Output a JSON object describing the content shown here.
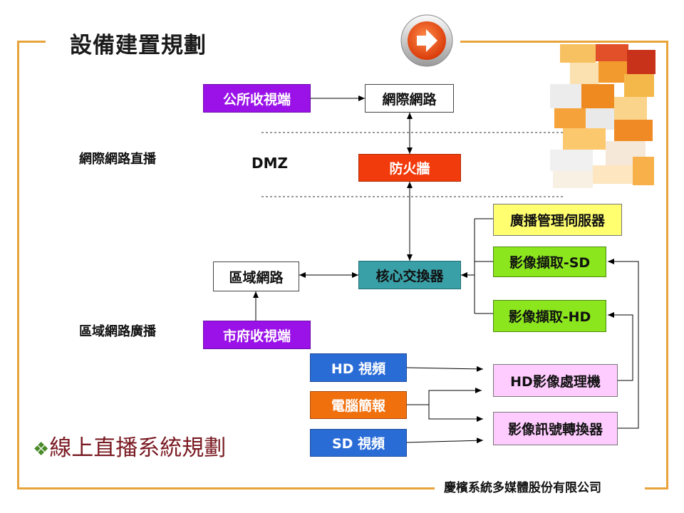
{
  "title": "設備建置規劃",
  "labels": {
    "internet_live": "網際網路直播",
    "dmz": "DMZ",
    "lan_broadcast": "區域網路廣播"
  },
  "nodes": {
    "town_receiver": "公所收視端",
    "internet": "網際網路",
    "firewall": "防火牆",
    "broadcast_server": "廣播管理伺服器",
    "capture_sd": "影像擷取-SD",
    "core_switch": "核心交換器",
    "lan": "區域網路",
    "capture_hd": "影像擷取-HD",
    "city_receiver": "市府收視端",
    "hd_video": "HD 視頻",
    "hd_processor": "HD影像處理機",
    "pc_presentation": "電腦簡報",
    "signal_converter": "影像訊號轉換器",
    "sd_video": "SD 視頻"
  },
  "subtitle_bullet": "❖",
  "subtitle": "線上直播系統規劃",
  "company": "慶檳系統多媒體股份有限公司",
  "colors": {
    "frame": "#e8a33a",
    "purple": "#9a12e8",
    "firewall_red": "#f23b0c",
    "switch_teal": "#3aa0a8",
    "server_yellow": "#ffff70",
    "capture_green": "#8ce61e",
    "device_pink": "#ffccff",
    "video_blue": "#2a6cd6",
    "pc_orange": "#f0700e",
    "subtitle": "#7a1a22"
  }
}
